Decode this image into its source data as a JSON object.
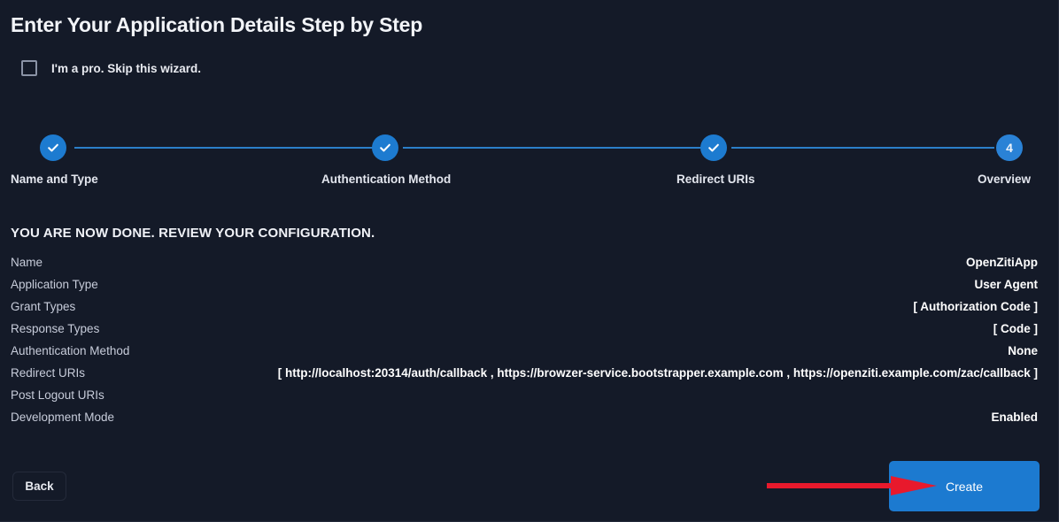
{
  "wizard": {
    "title": "Enter Your Application Details Step by Step",
    "skip": {
      "label": "I'm a pro. Skip this wizard.",
      "checked": false,
      "icon": "checkbox-unchecked-icon"
    },
    "steps": [
      {
        "index": "1",
        "label": "Name and Type",
        "state": "done",
        "icon": "check-icon"
      },
      {
        "index": "2",
        "label": "Authentication Method",
        "state": "done",
        "icon": "check-icon"
      },
      {
        "index": "3",
        "label": "Redirect URIs",
        "state": "done",
        "icon": "check-icon"
      },
      {
        "index": "4",
        "label": "Overview",
        "state": "current",
        "icon": "step-number"
      }
    ],
    "summary": {
      "heading": "YOU ARE NOW DONE. REVIEW YOUR CONFIGURATION.",
      "rows": [
        {
          "key": "Name",
          "value": "OpenZitiApp"
        },
        {
          "key": "Application Type",
          "value": "User Agent"
        },
        {
          "key": "Grant Types",
          "value": "[ Authorization Code ]"
        },
        {
          "key": "Response Types",
          "value": "[ Code ]"
        },
        {
          "key": "Authentication Method",
          "value": "None"
        },
        {
          "key": "Redirect URIs",
          "value": "[ http://localhost:20314/auth/callback , https://browzer-service.bootstrapper.example.com , https://openziti.example.com/zac/callback ]"
        },
        {
          "key": "Post Logout URIs",
          "value": ""
        },
        {
          "key": "Development Mode",
          "value": "Enabled"
        }
      ]
    },
    "footer": {
      "back_label": "Back",
      "create_label": "Create"
    },
    "annotation": {
      "name": "red-arrow-pointing-to-create",
      "color": "#e8192c"
    }
  },
  "colors": {
    "background": "#141a28",
    "accent": "#1c7ad0",
    "step_line": "#2b7fc9",
    "text_primary": "#f2f4f8",
    "text_muted": "#c7ccda",
    "annotation_red": "#e8192c"
  }
}
